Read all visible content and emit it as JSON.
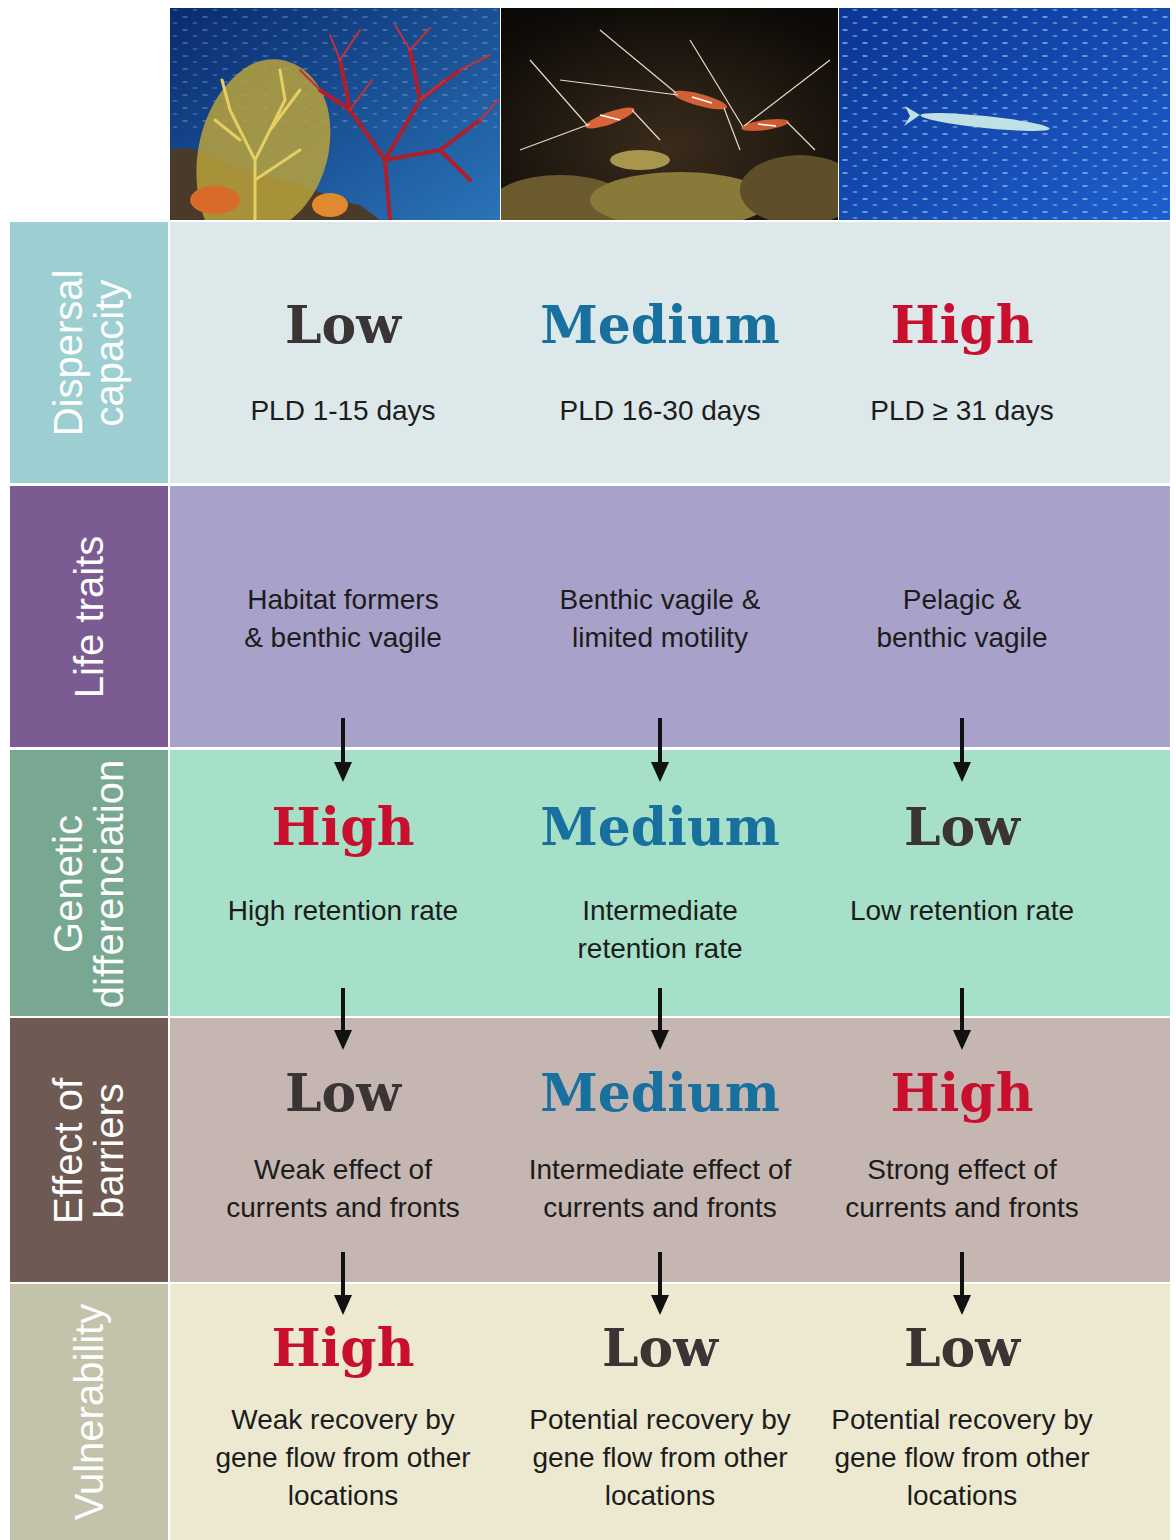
{
  "diagram": {
    "nodes": [
      {
        "text": [
          "Dispersal capacity"
        ]
      },
      {
        "text": [
          "Low",
          "PLD 1-15 days"
        ],
        "in": 0
      },
      {
        "text": [
          "Medium",
          "PLD 16-30 days"
        ],
        "in": 0
      },
      {
        "text": [
          "High",
          "PLD ≥ 31 days"
        ],
        "in": 0
      },
      {
        "text": [
          "Life traits"
        ]
      },
      {
        "text": [
          "Habitat formers & benthic vagile"
        ],
        "in": 4
      },
      {
        "text": [
          "Benthic vagile & limited motility"
        ],
        "in": 4
      },
      {
        "text": [
          "Pelagic & benthic vagile"
        ],
        "in": 4
      },
      {
        "text": [
          "Genetic differenciation"
        ]
      },
      {
        "text": [
          "High",
          "High retention rate"
        ],
        "in": 8
      },
      {
        "text": [
          "Medium",
          "Intermediate retention rate"
        ],
        "in": 8
      },
      {
        "text": [
          "Low",
          "Low retention rate"
        ],
        "in": 8
      },
      {
        "text": [
          "Effect of barriers"
        ]
      },
      {
        "text": [
          "Low",
          "Weak effect of currents and fronts"
        ],
        "in": 12
      },
      {
        "text": [
          "Medium",
          "Intermediate effect of currents and fronts"
        ],
        "in": 12
      },
      {
        "text": [
          "High",
          "Strong effect of currents and fronts"
        ],
        "in": 12
      },
      {
        "text": [
          "Vulnerability"
        ]
      },
      {
        "text": [
          "High",
          "Weak recovery by gene flow from other locations"
        ],
        "in": 16
      },
      {
        "text": [
          "Low",
          "Potential recovery by gene flow from other locations"
        ],
        "in": 16
      },
      {
        "text": [
          "Low",
          "Potential recovery by gene flow from other locations"
        ],
        "in": 16
      }
    ],
    "edges": [
      {
        "from": 5,
        "to": 9,
        "arrow": "to"
      },
      {
        "from": 6,
        "to": 10,
        "arrow": "to"
      },
      {
        "from": 7,
        "to": 11,
        "arrow": "to"
      },
      {
        "from": 9,
        "to": 13,
        "arrow": "to"
      },
      {
        "from": 10,
        "to": 14,
        "arrow": "to"
      },
      {
        "from": 11,
        "to": 15,
        "arrow": "to"
      },
      {
        "from": 13,
        "to": 17,
        "arrow": "to"
      },
      {
        "from": 14,
        "to": 18,
        "arrow": "to"
      },
      {
        "from": 15,
        "to": 19,
        "arrow": "to"
      }
    ]
  }
}
